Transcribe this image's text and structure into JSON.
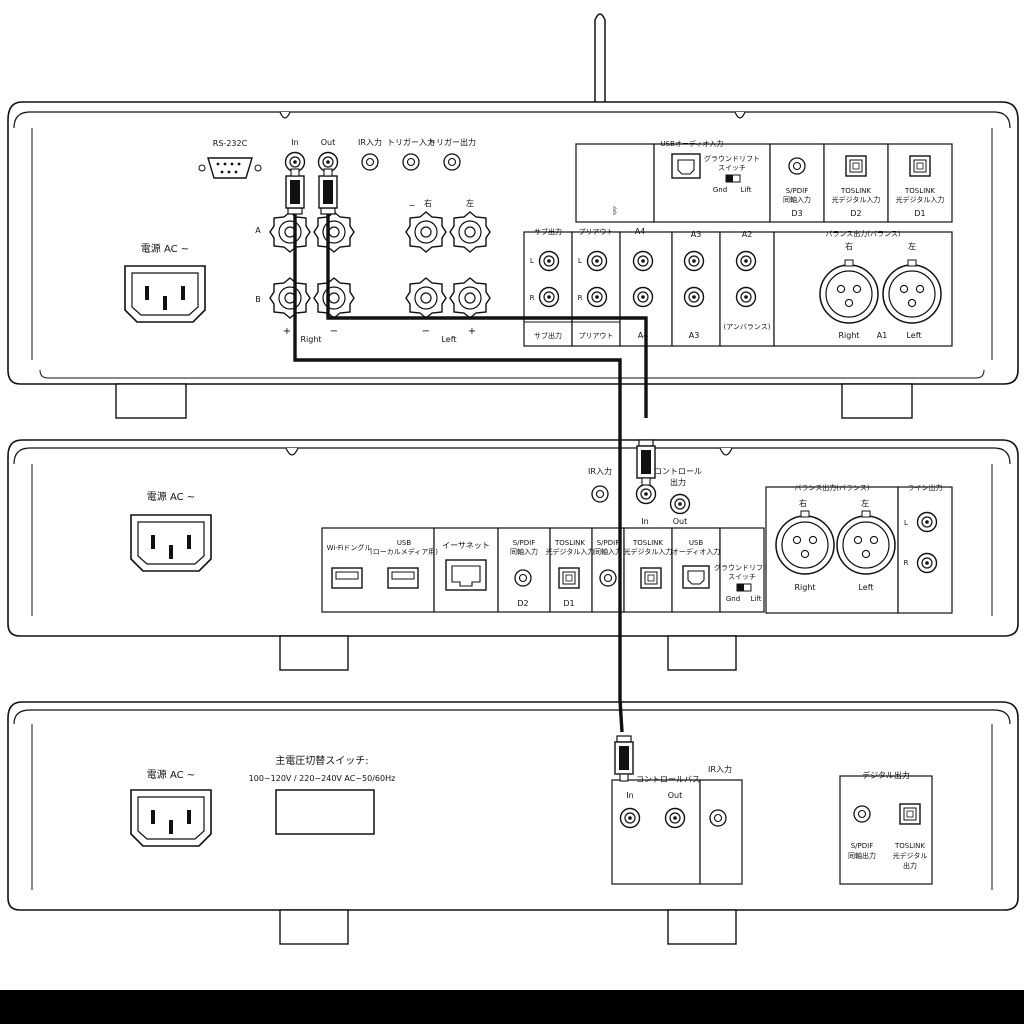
{
  "colors": {
    "line": "#111111",
    "fill_light": "#f2f2f2",
    "fill_panel": "#fafafa",
    "background": "#ffffff",
    "footer": "#000000"
  },
  "amp": {
    "rs232": "RS-232C",
    "ctrl_in": "In",
    "ctrl_out": "Out",
    "ir_in": "IR入力",
    "trigger_in": "トリガー入力",
    "trigger_out": "トリガー出力",
    "usb_audio_in": "USBオーディオ入力",
    "ground_lift": "グラウンドリフト",
    "ground_lift2": "スイッチ",
    "gnd": "Gnd",
    "lift": "Lift",
    "spdif": "S/PDIF",
    "coax_in": "同軸入力",
    "d3": "D3",
    "toslink": "TOSLINK",
    "optical_in": "光デジタル入力",
    "d2": "D2",
    "d1": "D1",
    "power": "電源 AC ~",
    "speaker_a": "A",
    "speaker_b": "B",
    "right_jp": "右",
    "left_jp": "左",
    "plus": "+",
    "minus": "−",
    "right": "Right",
    "left": "Left",
    "sub_out": "サブ出力",
    "pre_out": "プリアウト",
    "a4": "A4",
    "a3": "A3",
    "a2": "A2",
    "unbalanced": "(アンバランス)",
    "balanced_header": "バランス出力(バランス)",
    "a1": "A1",
    "ch_l": "L",
    "ch_r": "R"
  },
  "streamer": {
    "power": "電源 AC ~",
    "ir_in": "IR入力",
    "control": "コントロール",
    "control2": "出力",
    "in": "In",
    "out": "Out",
    "wifi": "Wi-Fiドングル",
    "usb": "USB",
    "usb_media": "(ローカルメディア用)",
    "ethernet": "イーサネット",
    "spdif": "S/PDIF",
    "coax_in": "同軸入力",
    "d2": "D2",
    "toslink": "TOSLINK",
    "optical_in": "光デジタル入力",
    "d1": "D1",
    "usb_audio": "USB",
    "usb_audio2": "オーディオ入力",
    "ground_lift": "グラウンドリフト",
    "ground_lift2": "スイッチ",
    "gnd": "Gnd",
    "lift": "Lift",
    "balanced_header": "バランス出力(バランス)",
    "right_jp": "右",
    "left_jp": "左",
    "right": "Right",
    "left": "Left",
    "line_out": "ライン出力",
    "ch_l": "L",
    "ch_r": "R"
  },
  "transport": {
    "power": "電源 AC ~",
    "voltage_title": "主電圧切替スイッチ:",
    "voltage_range": "100~120V / 220~240V AC~50/60Hz",
    "control_bus": "コントロールバス",
    "in": "In",
    "out": "Out",
    "ir_in": "IR入力",
    "digital_out": "デジタル出力",
    "spdif": "S/PDIF",
    "coax_out": "同軸出力",
    "toslink": "TOSLINK",
    "optical": "光デジタル",
    "out_label": "出力"
  }
}
